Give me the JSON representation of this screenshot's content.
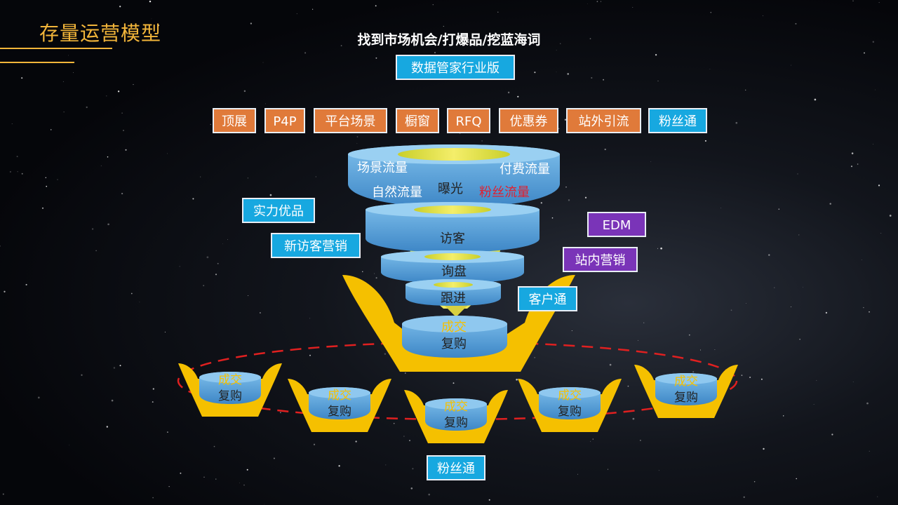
{
  "header": {
    "title": "存量运营模型",
    "subtitle": "找到市场机会/打爆品/挖蓝海词"
  },
  "top_box": {
    "label": "数据管家行业版"
  },
  "tool_boxes": [
    {
      "label": "顶展",
      "color": "orange"
    },
    {
      "label": "P4P",
      "color": "orange"
    },
    {
      "label": "平台场景",
      "color": "orange"
    },
    {
      "label": "橱窗",
      "color": "orange"
    },
    {
      "label": "RFQ",
      "color": "orange"
    },
    {
      "label": "优惠券",
      "color": "orange"
    },
    {
      "label": "站外引流",
      "color": "orange"
    },
    {
      "label": "粉丝通",
      "color": "blue"
    }
  ],
  "funnel": {
    "layer1": {
      "labels": [
        "场景流量",
        "付费流量",
        "自然流量",
        "曝光",
        "粉丝流量"
      ]
    },
    "layer2": "访客",
    "layer3": "询盘",
    "layer4": "跟进",
    "bowl": {
      "deal": "成交",
      "repeat": "复购"
    }
  },
  "side_boxes": {
    "left": [
      "实力优品",
      "新访客营销"
    ],
    "right_purple": [
      "EDM",
      "站内营销"
    ],
    "right_blue": "客户通"
  },
  "small_bowls": [
    {
      "deal": "成交",
      "repeat": "复购"
    },
    {
      "deal": "成交",
      "repeat": "复购"
    },
    {
      "deal": "成交",
      "repeat": "复购"
    },
    {
      "deal": "成交",
      "repeat": "复购"
    },
    {
      "deal": "成交",
      "repeat": "复购"
    }
  ],
  "bottom_box": {
    "label": "粉丝通"
  },
  "colors": {
    "accent_gold": "#f2b53a",
    "funnel_blue": "#5aa6dc",
    "funnel_yellow": "#e8e040",
    "bowl_yellow": "#f5c000",
    "orange": "#e07a3a",
    "blue": "#17a8e0",
    "purple": "#7a34b8",
    "dashed_red": "#e02020",
    "fan_label_red": "#e02030",
    "deal_label_yellow": "#f5c000"
  }
}
